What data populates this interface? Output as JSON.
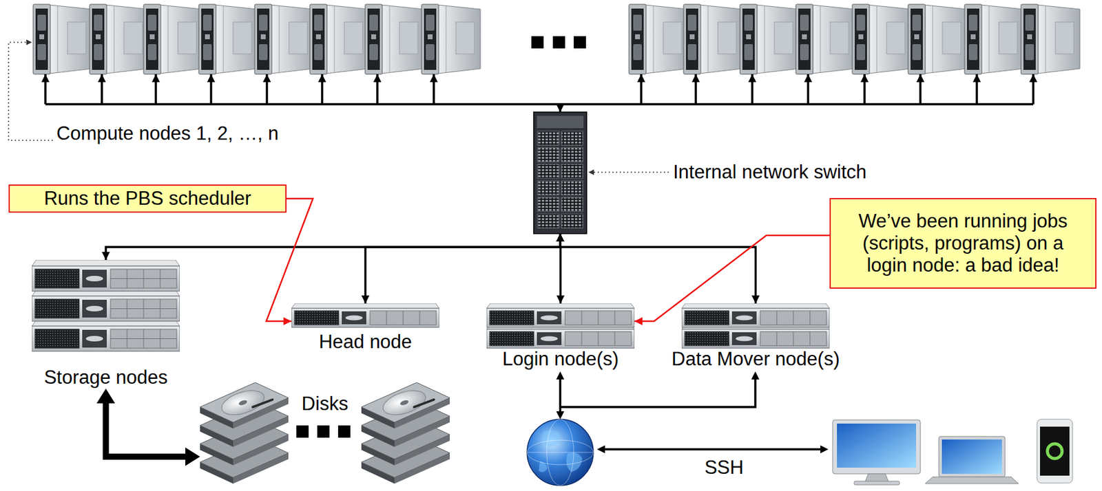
{
  "diagram": {
    "nodes": [
      {
        "text": [
          "Compute nodes 1, 2, …, n"
        ]
      },
      {
        "text": [
          "Internal network switch"
        ]
      },
      {
        "text": [
          "Runs the PBS scheduler"
        ]
      },
      {
        "text": [
          "We’ve been running jobs (scripts, programs) on a login node: a bad idea!"
        ]
      },
      {
        "text": [
          "Storage nodes"
        ]
      },
      {
        "text": [
          "Head node"
        ]
      },
      {
        "text": [
          "Login node(s)"
        ]
      },
      {
        "text": [
          "Data Mover node(s)"
        ]
      },
      {
        "text": [
          "Disks"
        ]
      }
    ],
    "edges": [
      {
        "from": 1,
        "to": 0,
        "arrow": "both"
      },
      {
        "from": 1,
        "to": 4,
        "arrow": "both"
      },
      {
        "from": 1,
        "to": 5,
        "arrow": "both"
      },
      {
        "from": 1,
        "to": 6,
        "arrow": "both"
      },
      {
        "from": 1,
        "to": 7,
        "arrow": "both"
      },
      {
        "from": 2,
        "to": 5,
        "arrow": "to"
      },
      {
        "from": 3,
        "to": 6,
        "arrow": "to"
      },
      {
        "from": 4,
        "to": 8,
        "arrow": "both"
      }
    ],
    "labels": [
      "SSH"
    ]
  }
}
